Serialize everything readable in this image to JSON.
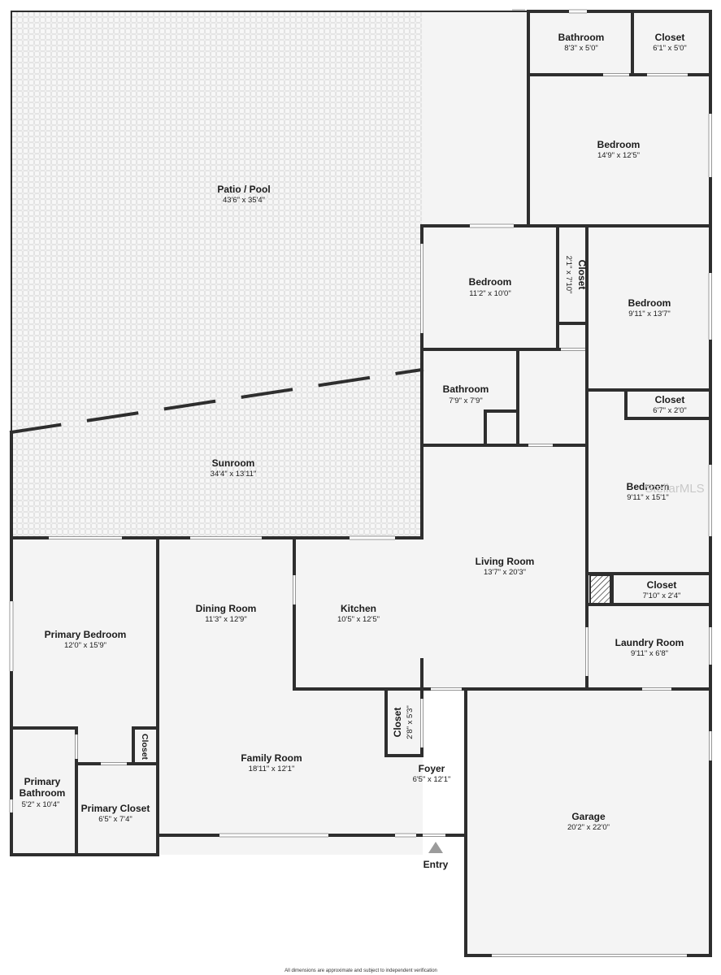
{
  "colors": {
    "wall": "#2e2e2e",
    "floor": "#f5f5f5",
    "tile_line": "#e1e1e1",
    "window": "#ffffff",
    "text": "#1c1c1c"
  },
  "rooms": [
    {
      "id": "bathroom-2",
      "name": "Bathroom",
      "dims": "8'3\" x 5'0\""
    },
    {
      "id": "closet-1",
      "name": "Closet",
      "dims": "6'1\" x 5'0\""
    },
    {
      "id": "bedroom-1",
      "name": "Bedroom",
      "dims": "14'9\" x 12'5\""
    },
    {
      "id": "patio",
      "name": "Patio / Pool",
      "dims": "43'6\" x 35'4\""
    },
    {
      "id": "bedroom-2",
      "name": "Bedroom",
      "dims": "11'2\" x 10'0\""
    },
    {
      "id": "closet-2",
      "name": "Closet",
      "dims": "2'1\" x 7'10\""
    },
    {
      "id": "bedroom-3",
      "name": "Bedroom",
      "dims": "9'11\" x 13'7\""
    },
    {
      "id": "bathroom-1",
      "name": "Bathroom",
      "dims": "7'9\" x 7'9\""
    },
    {
      "id": "closet-3",
      "name": "Closet",
      "dims": "6'7\" x 2'0\""
    },
    {
      "id": "sunroom",
      "name": "Sunroom",
      "dims": "34'4\" x 13'11\""
    },
    {
      "id": "bedroom-4",
      "name": "Bedroom",
      "dims": "9'11\" x 15'1\""
    },
    {
      "id": "living-room",
      "name": "Living Room",
      "dims": "13'7\" x 20'3\""
    },
    {
      "id": "closet-4",
      "name": "Closet",
      "dims": "7'10\" x 2'4\""
    },
    {
      "id": "dining-room",
      "name": "Dining Room",
      "dims": "11'3\" x 12'9\""
    },
    {
      "id": "kitchen",
      "name": "Kitchen",
      "dims": "10'5\" x 12'5\""
    },
    {
      "id": "primary-bedroom",
      "name": "Primary Bedroom",
      "dims": "12'0\" x 15'9\""
    },
    {
      "id": "laundry-room",
      "name": "Laundry Room",
      "dims": "9'11\" x 6'8\""
    },
    {
      "id": "closet-5",
      "name": "Closet",
      "dims": "2'8\" x 5'3\""
    },
    {
      "id": "closet-6",
      "name": "Closet",
      "dims": ""
    },
    {
      "id": "family-room",
      "name": "Family Room",
      "dims": "18'11\" x 12'1\""
    },
    {
      "id": "foyer",
      "name": "Foyer",
      "dims": "6'5\" x 12'1\""
    },
    {
      "id": "primary-bathroom",
      "name": "Primary Bathroom",
      "dims": "5'2\" x 10'4\""
    },
    {
      "id": "primary-closet",
      "name": "Primary Closet",
      "dims": "6'5\" x 7'4\""
    },
    {
      "id": "garage",
      "name": "Garage",
      "dims": "20'2\" x 22'0\""
    }
  ],
  "entry_label": "Entry",
  "watermark": "StellarMLS",
  "disclaimer": "All dimensions are approximate and subject to independent verification"
}
